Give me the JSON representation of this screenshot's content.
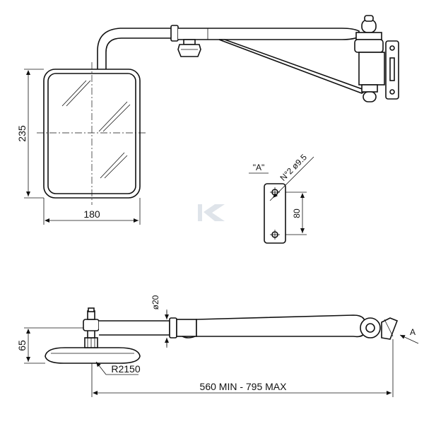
{
  "dimensions": {
    "mirror_height": "235",
    "mirror_width": "180",
    "mirror_offset": "65",
    "mirror_radius": "R2150",
    "arm_diameter": "ø20",
    "arm_length": "560 MIN - 795 MAX",
    "hole_spacing": "80",
    "hole_spec": "N°2 ø9.5"
  },
  "detail": {
    "label": "\"A\"",
    "view_arrow": "A"
  },
  "watermark": "K"
}
